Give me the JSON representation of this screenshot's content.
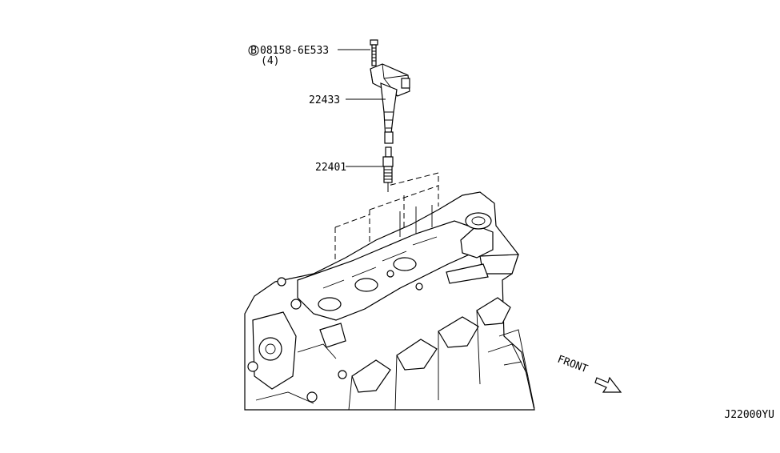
{
  "callouts": {
    "bolt_part": "08158-6E533",
    "bolt_prefix": "B",
    "bolt_qty": "(4)",
    "coil_part": "22433",
    "plug_part": "22401"
  },
  "direction": {
    "label": "FRONT"
  },
  "diagram_id": "J22000YU"
}
